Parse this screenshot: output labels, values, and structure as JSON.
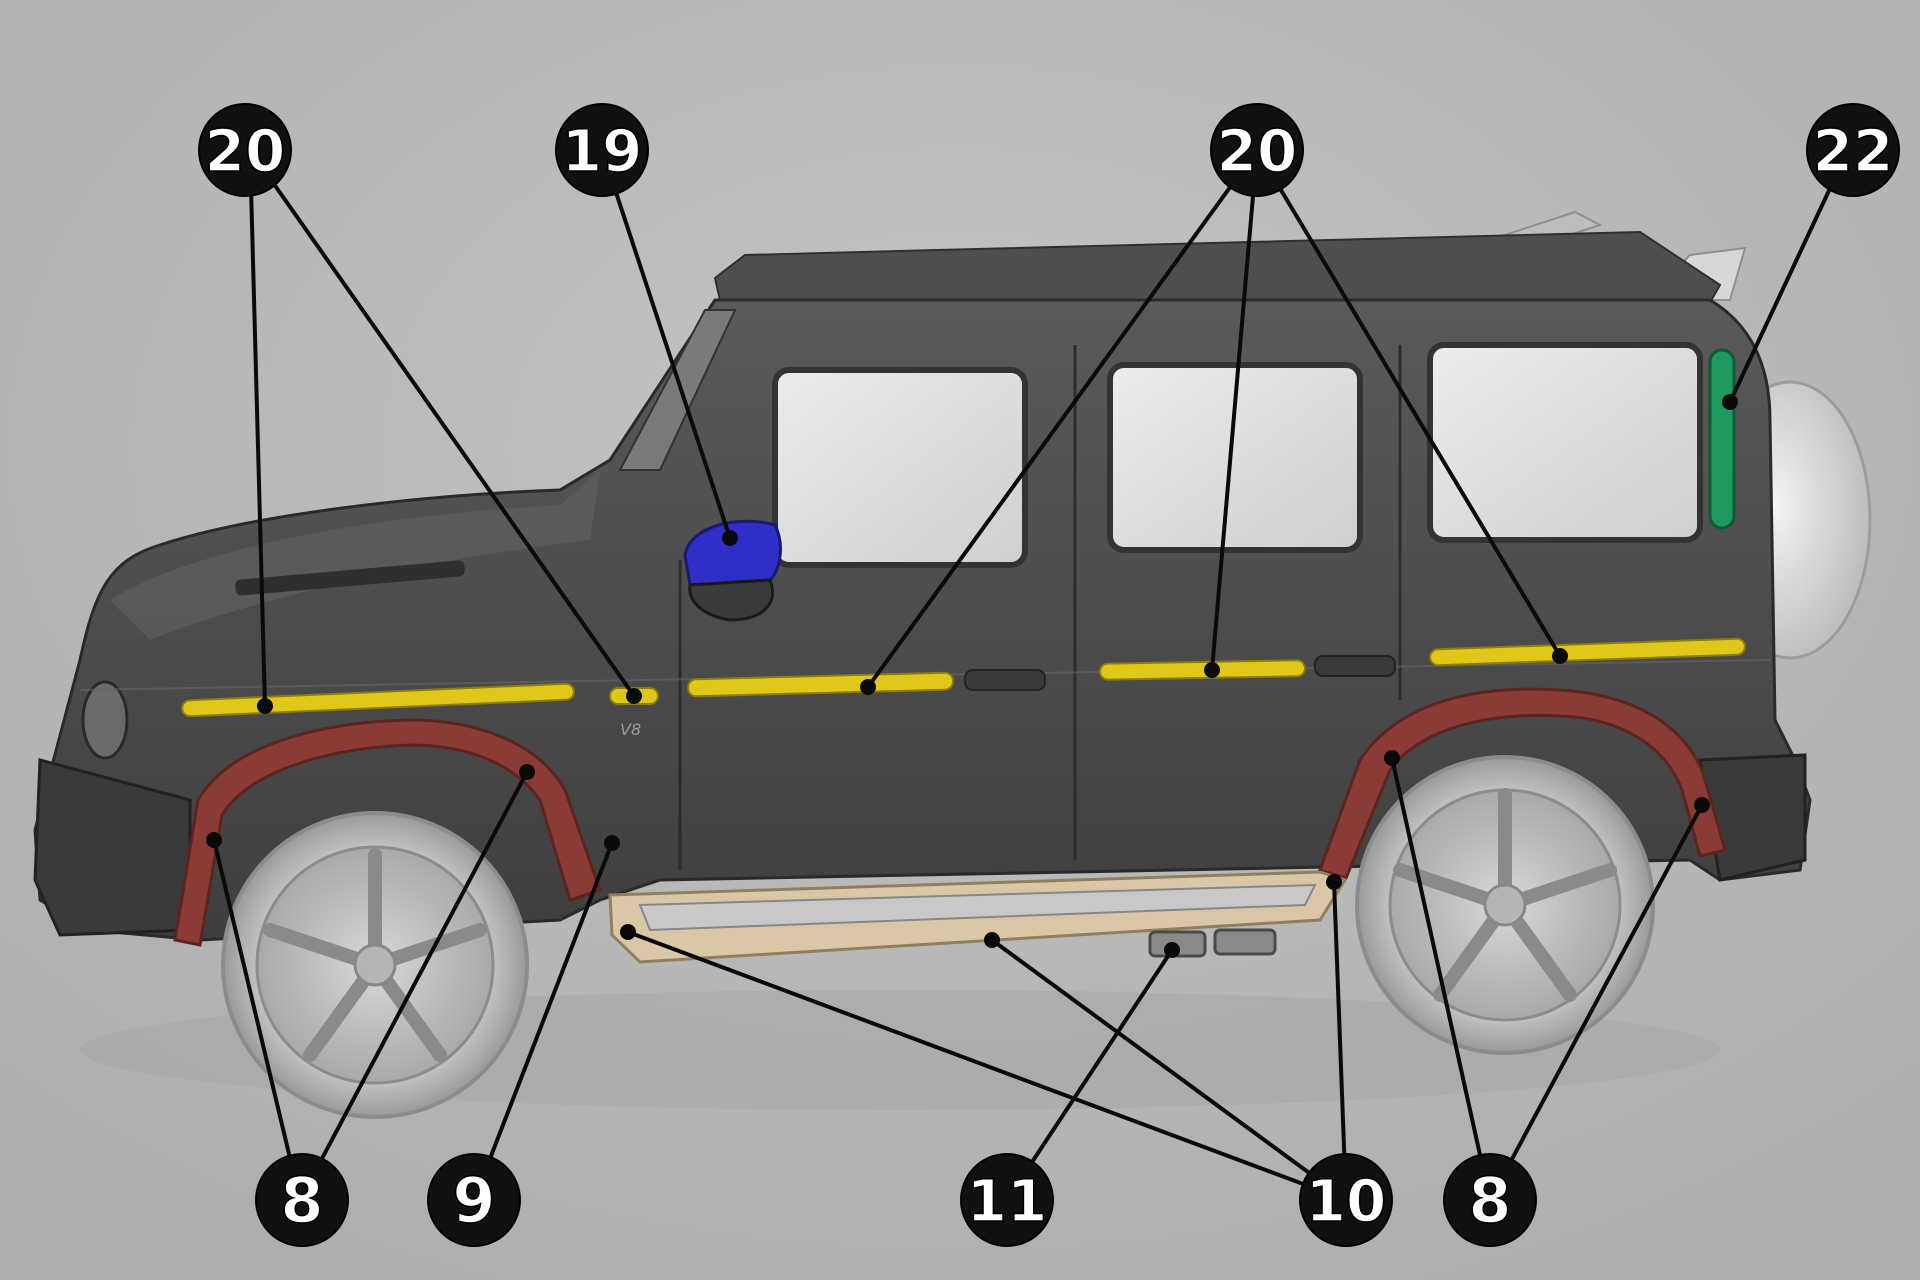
{
  "callouts": [
    {
      "id": "c20a",
      "label": "20"
    },
    {
      "id": "c19",
      "label": "19"
    },
    {
      "id": "c20b",
      "label": "20"
    },
    {
      "id": "c22",
      "label": "22"
    },
    {
      "id": "c8a",
      "label": "8"
    },
    {
      "id": "c9",
      "label": "9"
    },
    {
      "id": "c11",
      "label": "11"
    },
    {
      "id": "c10",
      "label": "10"
    },
    {
      "id": "c8b",
      "label": "8"
    }
  ],
  "colors": {
    "background": "#b7b7b7",
    "body": "#4a4a4a",
    "door_trim": "#e0c81a",
    "fender_flare": "#8b3b36",
    "mirror_cap": "#2f2fc8",
    "rear_light": "#1e9a5e",
    "side_step": "#d9c7a7",
    "callout_fill": "#111111",
    "callout_text": "#ffffff",
    "leader_line": "#0a0a0a"
  }
}
